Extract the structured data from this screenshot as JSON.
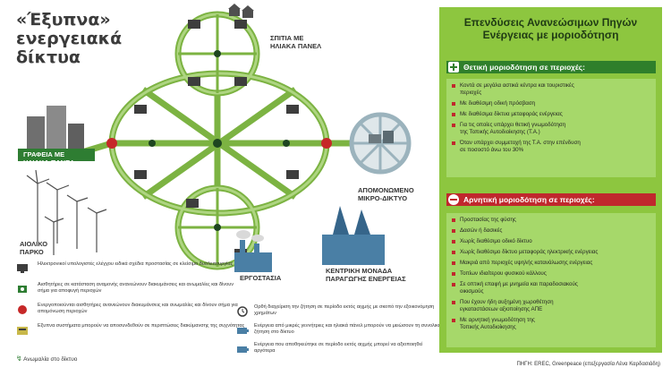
{
  "title_lines": [
    "«Έξυπνα»",
    "ενεργειακά",
    "δίκτυα"
  ],
  "map_labels": {
    "houses": [
      "ΣΠΙΤΙΑ ΜΕ",
      "ΗΛΙΑΚΑ ΠΑΝΕΛ"
    ],
    "offices": [
      "ΓΡΑΦΕΙΑ ΜΕ",
      "ΗΛΙΑΚΑ ΠΑΝΕΛ"
    ],
    "microgrid": [
      "ΑΠΟΜΟΝΩΜΕΝΟ",
      "ΜΙΚΡΟ-ΔΙΚΤΥΟ"
    ],
    "wind_park": [
      "ΑΙΟΛΙΚΟ",
      "ΠΑΡΚΟ"
    ],
    "factories": [
      "ΕΡΓΟΣΤΑΣΙΑ"
    ],
    "central_unit": [
      "ΚΕΝΤΡΙΚΗ ΜΟΝΑΔΑ",
      "ΠΑΡΑΓΩΓΗΣ ΕΝΕΡΓΕΙΑΣ"
    ]
  },
  "legend_left": [
    {
      "icon": "computer-icon",
      "text": "Ηλεκτρονικοί υπολογιστές ελέγχου ειδικά σχέδια προστασίας σε κλείσιμο δυσλειτουργίας"
    },
    {
      "icon": "sensor-icon",
      "text": "Αισθητήρες σε κατάσταση αναμονής ανανεώνουν διακυμάνσεις και ανωμαλίες και δίνουν σήμα για αποφυγή περιοχών"
    },
    {
      "icon": "red-dot-icon",
      "text": "Ενεργοποιούνται αισθητήρες ανανεώνουν διακυμάνσεις και ανωμαλίες και δίνουν σήμα για απομόνωση περιοχών"
    },
    {
      "icon": "storage-icon",
      "text": "Εξυπνα συστήματα μπορούν να αποσυνδεθούν σε περιπτώσεις διακύμανσης της συχνότητας"
    }
  ],
  "legend_left_last": "Ανωμαλία στο δίκτυο",
  "legend_right": [
    {
      "icon": "clock-icon",
      "text": "Ορθή διαχείριση την ζήτηση σε περίοδο εκτός αιχμής με σκοπό την εξοικονόμηση χρημάτων"
    },
    {
      "icon": "battery-icon",
      "text": "Ενέργεια από μικρές γεννήτριες και ηλιακά πάνελ μπορούν να μειώσουν τη συνολική ζήτηση στο δίκτυο"
    },
    {
      "icon": "battery-icon",
      "text": "Ενέργεια που αποθηκεύτηκε σε περίοδο εκτός αιχμής μπορεί να αξιοποιηθεί αργότερα"
    }
  ],
  "panel": {
    "title_lines": [
      "Επενδύσεις Ανανεώσιμων Πηγών",
      "Ενέργειας με μοριοδότηση"
    ],
    "positive_head": "Θετική μοριοδότηση σε περιοχές:",
    "positive_items": [
      [
        "Κοντά σε μεγάλα αστικά κέντρα και τουριστικές",
        "περιοχές"
      ],
      [
        "Με διαθέσιμη οδική πρόσβαση"
      ],
      [
        "Με διαθέσιμα δίκτυα μεταφοράς ενέργειας"
      ],
      [
        "Για τις οποίες υπάρχει θετική γνωμοδότηση",
        "της Τοπικής Αυτοδιοίκησης (Τ.Α.)"
      ],
      [
        "Όταν υπάρχει συμμετοχή της Τ.Α. στην επένδυση",
        "σε ποσοστό άνω του 30%"
      ]
    ],
    "negative_head": "Αρνητική μοριοδότηση σε περιοχές:",
    "negative_items": [
      [
        "Προστασίας της φύσης"
      ],
      [
        "Δασών ή δασικές"
      ],
      [
        "Χωρίς διαθέσιμο οδικό δίκτυο"
      ],
      [
        "Χωρίς διαθέσιμο δίκτυο μεταφοράς ηλεκτρικής ενέργειας"
      ],
      [
        "Μακριά από περιοχές υψηλής κατανάλωσης ενέργειας"
      ],
      [
        "Τοπίων ιδιαίτερου φυσικού κάλλους"
      ],
      [
        "Σε οπτική επαφή με μνημεία και παραδοσιακούς",
        "οικισμούς"
      ],
      [
        "Που έχουν ήδη αυξημένη χωροθέτηση",
        "εγκαταστάσεων αξιοποίησης ΑΠΕ"
      ],
      [
        "Με αρνητική γνωμοδότηση της",
        "Τοπικής Αυτοδιοίκησης"
      ]
    ]
  },
  "source": "ΠΗΓΗ: EREC, Greenpeace (επεξεργασία Λένα Καρδασιάδη)",
  "colors": {
    "grid_green": "#7cb342",
    "grid_light": "#aed581",
    "panel_green": "#8dc63f",
    "head_green": "#2f7f2b",
    "head_red": "#c0282d",
    "node_red": "#c62828",
    "factory_blue": "#4a7fa5"
  }
}
